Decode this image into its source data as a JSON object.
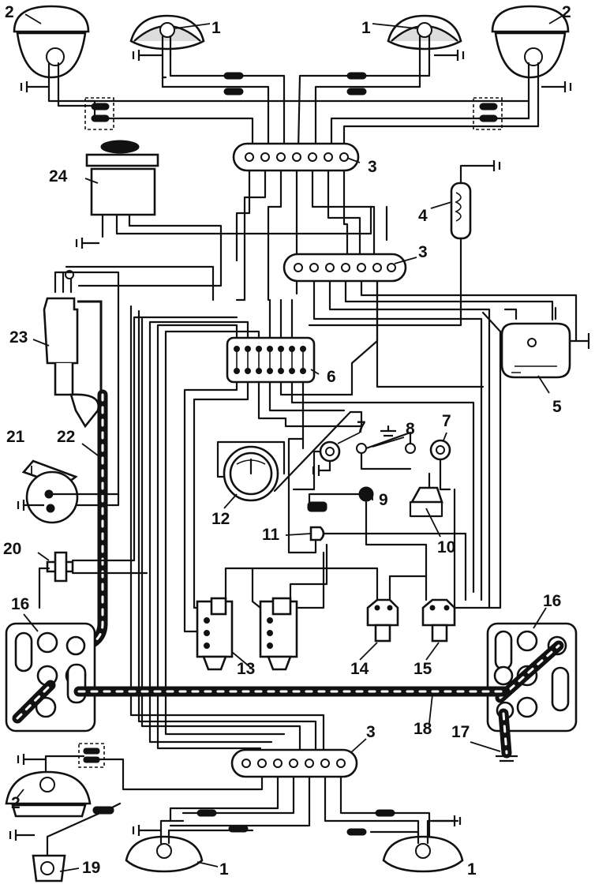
{
  "labels": {
    "head_lamp_left": "2",
    "head_lamp_right": "2",
    "side_lamp_left": "1",
    "side_lamp_right": "1",
    "terminal_block_top": "3",
    "terminal_block_mid": "3",
    "terminal_block_bottom": "3",
    "flasher_relay": "4",
    "voltage_regulator": "5",
    "fuse_block": "6",
    "indicator_left": "7",
    "indicator_right": "7",
    "light_switch": "8",
    "warning_lamp": "9",
    "horn_switch": "10",
    "plug_socket": "11",
    "gauge": "12",
    "switch_left": "13",
    "switch_mid": "14",
    "switch_right": "15",
    "battery_left": "16",
    "battery_right": "16",
    "ground_strap": "17",
    "battery_cable": "18",
    "license_lamp": "19",
    "ignition_starter": "20",
    "horn": "21",
    "hv_cable": "22",
    "ignition_coil": "23",
    "generator": "24",
    "rear_lamp_left": "2",
    "rear_lamp_bottom_left": "1",
    "rear_lamp_bottom_right": "1"
  }
}
